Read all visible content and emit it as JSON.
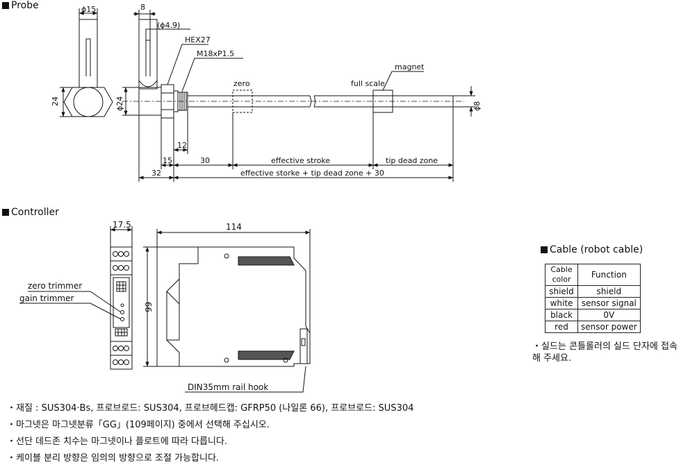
{
  "probe": {
    "title": "Probe",
    "dims": {
      "phi15": "ϕ15",
      "d8": "8",
      "phi49": "(ϕ4.9)",
      "hex": "HEX27",
      "thread": "M18xP1.5",
      "d24": "24",
      "phi24": "ϕ24",
      "zero": "zero",
      "full_scale": "full scale",
      "magnet": "magnet",
      "phi8": "ϕ8",
      "d12": "12",
      "d15": "15",
      "d30": "30",
      "effective_stroke": "effective stroke",
      "tip_dead_zone": "tip dead zone",
      "d32": "32",
      "total": "effective storke + tip dead zone + 30"
    }
  },
  "controller": {
    "title": "Controller",
    "d175": "17.5",
    "d114": "114",
    "d99": "99",
    "zero_trimmer": "zero trimmer",
    "gain_trimmer": "gain trimmer",
    "rail_hook": "DIN35mm rail hook"
  },
  "cable": {
    "title": "Cable (robot cable)",
    "header": [
      "Cable color",
      "Function"
    ],
    "rows": [
      [
        "shield",
        "shield"
      ],
      [
        "white",
        "sensor signal"
      ],
      [
        "black",
        "0V"
      ],
      [
        "red",
        "sensor power"
      ]
    ],
    "note": "・실드는 콘틀롤러의 실드 단자에 접속해 주세요."
  },
  "notes": [
    "・재질 : SUS304·Bs, 프로브로드: SUS304, 프로브헤드캡: GFRP50 (나일론 66), 프로브로드: SUS304",
    "・마그넷은 마그넷분류「GG」(109페이지) 중에서 선택해 주십시오.",
    "・선단 데드존 치수는 마그넷이나 플로트에 따라 다릅니다.",
    "・케이블 분리 방향은 임의의 방향으로 조절 가능합니다."
  ]
}
